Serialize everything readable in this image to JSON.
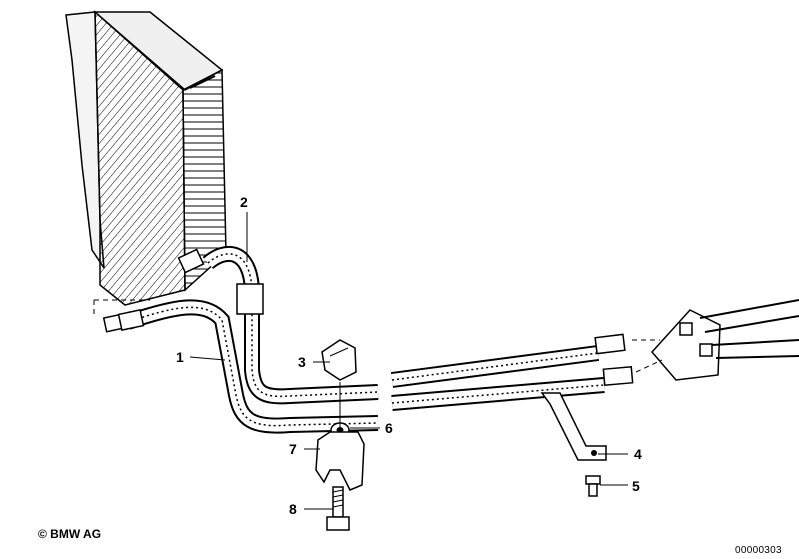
{
  "callouts": {
    "c1": "1",
    "c2": "2",
    "c3": "3",
    "c4": "4",
    "c5": "5",
    "c6": "6",
    "c7": "7",
    "c8": "8"
  },
  "footer": {
    "copyright": "© BMW AG",
    "diagram_number": "00000303"
  }
}
